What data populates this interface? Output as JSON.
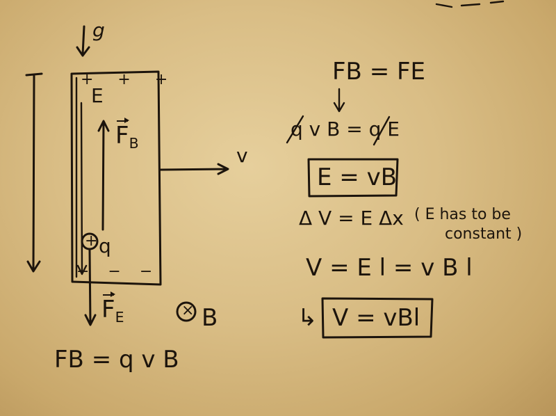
{
  "labels": {
    "gravity": "g",
    "e_field": "E",
    "plus_signs": "+ + +",
    "fb_vec": "F",
    "fb_sub": "B",
    "charge_symbol": "+",
    "charge_q": "q",
    "minus_signs": "− − −",
    "fe_vec": "F",
    "fe_sub": "E",
    "b_field_symbol": "×",
    "b_field_label": "B",
    "velocity": "v",
    "force_formula": "FB = q v B"
  },
  "derivation": {
    "line1": "FB = FE",
    "line2": "q v B = q E",
    "boxed_field": "E = vB",
    "line3_lhs": "Δ V = E Δx",
    "note_part1": "( E has to be",
    "note_part2": "constant )",
    "line4": "V = E l = v B l",
    "result_arrow": "↳",
    "boxed_result": "V = vBl"
  }
}
